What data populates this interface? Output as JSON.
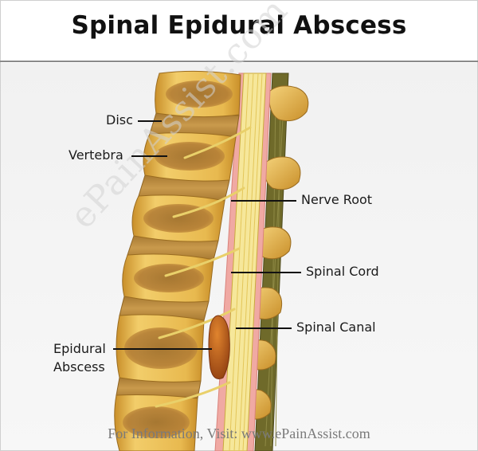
{
  "title": "Spinal Epidural Abscess",
  "labels": {
    "disc": "Disc",
    "vertebra": "Vertebra",
    "nerve_root": "Nerve Root",
    "spinal_cord": "Spinal Cord",
    "spinal_canal": "Spinal Canal",
    "epidural_abscess_line1": "Epidural",
    "epidural_abscess_line2": "Abscess"
  },
  "watermark": "ePainAssist.com",
  "footer": "For Information, Visit: www.ePainAssist.com",
  "colors": {
    "bone": "#e8b94f",
    "bone_dark": "#c98f2a",
    "marrow": "#a4702c",
    "disc": "#b98a3e",
    "cord": "#f6e79a",
    "nerve": "#e9d06a",
    "dura": "#f0a9a3",
    "ligament": "#6f6a2a",
    "abscess": "#b5561a"
  }
}
